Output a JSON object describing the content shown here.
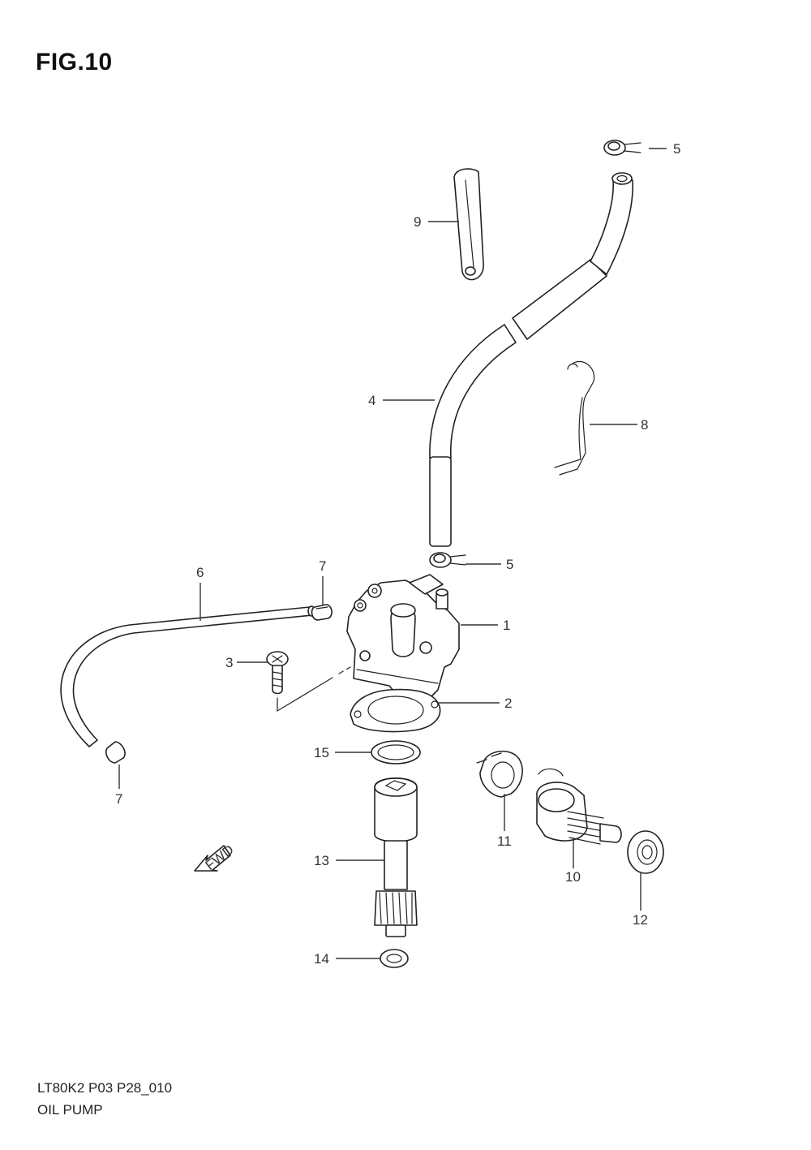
{
  "figure": {
    "title": "FIG.10",
    "model_code": "LT80K2 P03 P28_010",
    "name": "OIL PUMP",
    "fwd_label": "FWD"
  },
  "callouts": {
    "c1": "1",
    "c2": "2",
    "c3": "3",
    "c4": "4",
    "c5_top": "5",
    "c5_mid": "5",
    "c6": "6",
    "c7_top": "7",
    "c7_bottom": "7",
    "c8": "8",
    "c9": "9",
    "c10": "10",
    "c11": "11",
    "c12": "12",
    "c13": "13",
    "c14": "14",
    "c15": "15"
  }
}
